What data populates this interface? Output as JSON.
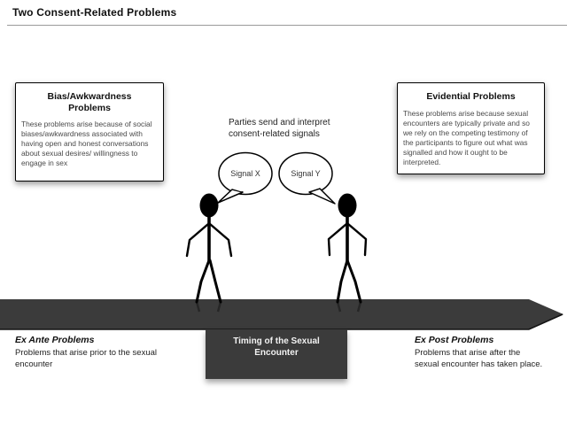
{
  "colors": {
    "band": "#3b3b3b",
    "box_border": "#000000",
    "divider_line": "#9a9a9a",
    "timing_text": "#f2f2f2"
  },
  "header": {
    "title": "Two Consent-Related Problems"
  },
  "boxes": {
    "bias": {
      "title": "Bias/Awkwardness Problems",
      "body": "These problems arise because of social biases/awkwardness associated with having open and honest conversations about sexual desires/ willingness to engage in sex"
    },
    "evidential": {
      "title": "Evidential Problems",
      "body": "These problems arise because sexual encounters are typically private and so we rely on the competing testimony of the participants to figure out what was signalled and how it ought to be interpreted."
    }
  },
  "center": {
    "caption": "Parties send and interpret consent-related signals"
  },
  "bubbles": {
    "left": "Signal X",
    "right": "Signal Y"
  },
  "timeline": {
    "timing_label": "Timing of the Sexual Encounter",
    "ex_ante": {
      "title": "Ex Ante Problems",
      "body": "Problems that arise prior to the sexual encounter"
    },
    "ex_post": {
      "title": "Ex Post Problems",
      "body": "Problems that arise after the sexual encounter has taken place."
    }
  }
}
